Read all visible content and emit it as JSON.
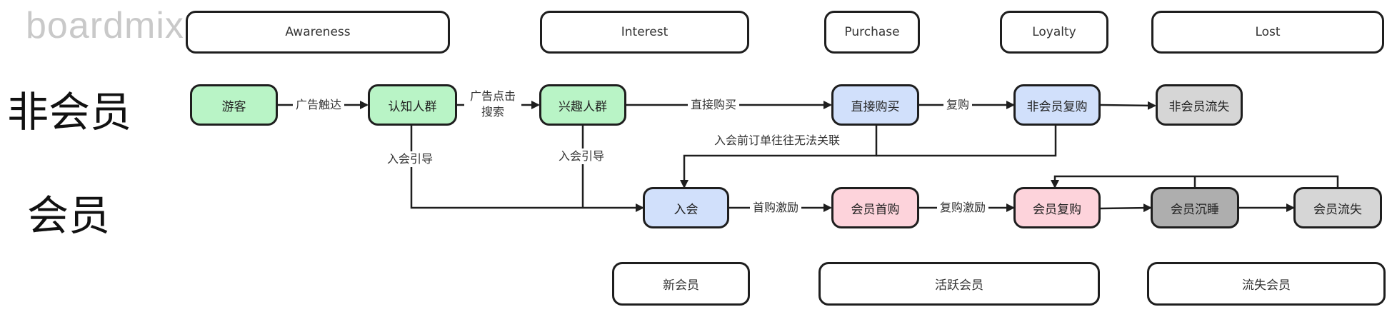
{
  "watermark": "boardmix",
  "row_labels": {
    "non_member": "非会员",
    "member": "会员"
  },
  "stages": {
    "awareness": "Awareness",
    "interest": "Interest",
    "purchase": "Purchase",
    "loyalty": "Loyalty",
    "lost": "Lost"
  },
  "segments": {
    "new_member": "新会员",
    "active_member": "活跃会员",
    "lost_member": "流失会员"
  },
  "nodes": {
    "visitor": "游客",
    "aware_group": "认知人群",
    "interest_group": "兴趣人群",
    "direct_purchase": "直接购买",
    "nonmember_repurchase": "非会员复购",
    "nonmember_churn": "非会员流失",
    "join": "入会",
    "member_first_purchase": "会员首购",
    "member_repurchase": "会员复购",
    "member_dormant": "会员沉睡",
    "member_churn": "会员流失"
  },
  "edge_labels": {
    "ad_touch": "广告触达",
    "ad_click_1": "广告点击",
    "ad_click_2": "搜索",
    "direct_buy": "直接购买",
    "repurchase": "复购",
    "pre_join_orders": "入会前订单往往无法关联",
    "join_guide_1": "入会引导",
    "join_guide_2": "入会引导",
    "first_purchase_incentive": "首购激励",
    "repurchase_incentive": "复购激励"
  }
}
